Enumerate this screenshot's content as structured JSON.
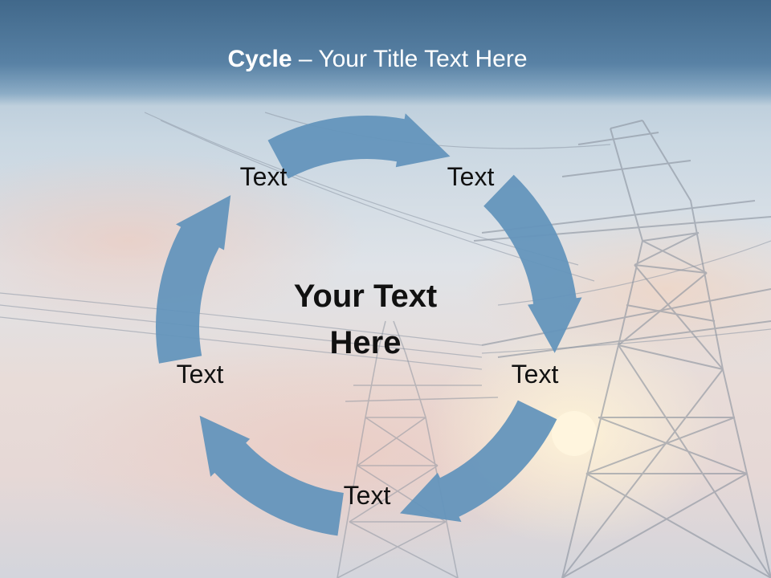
{
  "title": {
    "bold_part": "Cycle",
    "rest": " – Your Title Text Here"
  },
  "center_text": "Your Text Here",
  "cycle_nodes": [
    {
      "label": "Text"
    },
    {
      "label": "Text"
    },
    {
      "label": "Text"
    },
    {
      "label": "Text"
    },
    {
      "label": "Text"
    }
  ],
  "colors": {
    "arrow": "#6495bc",
    "title_band": "#4a7aa3",
    "title_text": "#ffffff",
    "body_text": "#111111"
  },
  "background": {
    "subject": "power-transmission-towers-at-sunset"
  }
}
